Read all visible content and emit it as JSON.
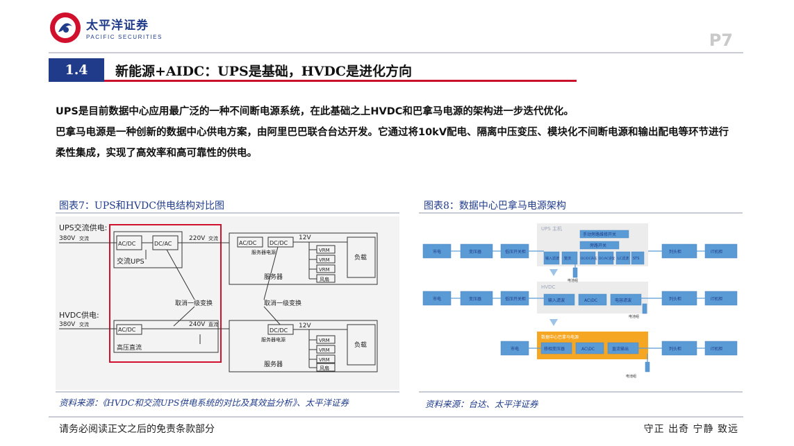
{
  "header": {
    "logo_cn": "太平洋证券",
    "logo_en": "PACIFIC SECURITIES",
    "page_number": "P7"
  },
  "section": {
    "number": "1.4",
    "title": "新能源+AIDC：UPS是基础，HVDC是进化方向"
  },
  "body": {
    "para1": "UPS是目前数据中心应用最广泛的一种不间断电源系统，在此基础之上HVDC和巴拿马电源的架构进一步迭代优化。",
    "para2": "巴拿马电源是一种创新的数据中心供电方案，由阿里巴巴联合台达开发。它通过将10kV配电、隔离中压变压、模块化不间断电源和输出配电等环节进行柔性集成，实现了高效率和高可靠性的供电。"
  },
  "figure1": {
    "title": "图表7：UPS和HVDC供电结构对比图",
    "source": "资料来源：《HVDC和交流UPS供电系统的对比及其效益分析》、太平洋证券",
    "ups_label": "UPS交流供电:",
    "ups_input": "380V",
    "ac_tag": "交流",
    "acdc": "AC/DC",
    "dcac": "DC/AC",
    "ups_box": "交流UPS",
    "v220": "220V",
    "v12": "12V",
    "dcdc": "DC/DC",
    "psu": "服务器电源",
    "vrm": "VRM",
    "fan": "风扇",
    "load": "负载",
    "server": "服务器",
    "cancel": "取消一级变换",
    "hvdc_label": "HVDC供电:",
    "v240": "240V",
    "dc_tag": "直流",
    "hvdc_box": "高压直流"
  },
  "figure2": {
    "title": "图表8：数据中心巴拿马电源架构",
    "source": "资料来源：台达、太平洋证券",
    "grid": "市电",
    "transformer": "变压器",
    "lv_cabinet": "低压开关柜",
    "ups_host": "UPS 主机",
    "manual_bypass": "手动旁路维修开关",
    "bypass": "旁路开关",
    "input_filter": "输入滤波",
    "rectifier": "整流",
    "dcdc_boost": "DC/DC升压",
    "dcac_inv": "DC/AC逆变",
    "lc_filter": "LC滤波",
    "sts": "STS",
    "battery": "电池组",
    "column_cabinet": "列头柜",
    "it_cabinet": "IT机柜",
    "hvdc": "HVDC",
    "acdc": "AC\\DC",
    "cap_filter": "电容滤波",
    "panama": "数据中心巴拿马电源",
    "phase_shift": "移相变压器",
    "dc_output": "直流输出"
  },
  "footer": {
    "disclaimer": "请务必阅读正文之后的免责条款部分",
    "motto": "守正  出奇  宁静  致远"
  },
  "colors": {
    "brand_blue": "#1f3b8a",
    "accent_red": "#c9102c",
    "diagram_blue": "#5b9bd5",
    "panama_orange": "#f5a623"
  }
}
